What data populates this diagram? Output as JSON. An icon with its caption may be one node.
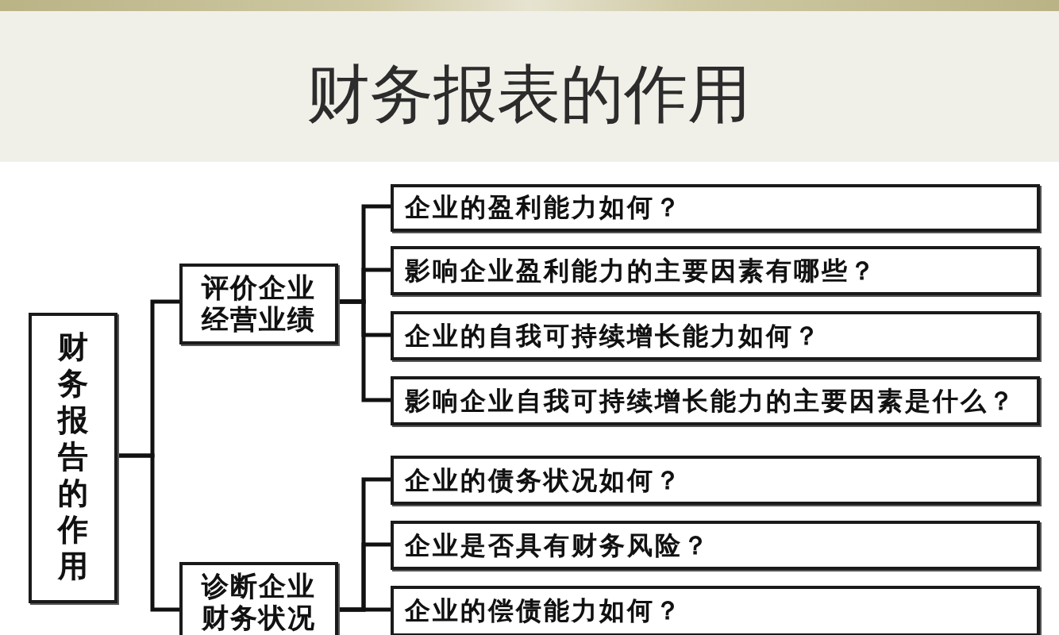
{
  "diagram": {
    "title": "财务报表的作用",
    "nodes": [
      {
        "text": [
          "财务报告的作用"
        ]
      },
      {
        "text": [
          "评价企业经营业绩"
        ]
      },
      {
        "text": [
          "企业的盈利能力如何？"
        ]
      },
      {
        "text": [
          "影响企业盈利能力的主要因素有哪些？"
        ]
      },
      {
        "text": [
          "企业的自我可持续增长能力如何？"
        ]
      },
      {
        "text": [
          "影响企业自我可持续增长能力的主要因素是什么？"
        ]
      },
      {
        "text": [
          "诊断企业财务状况"
        ]
      },
      {
        "text": [
          "企业的债务状况如何？"
        ]
      },
      {
        "text": [
          "企业是否具有财务风险？"
        ]
      },
      {
        "text": [
          "企业的偿债能力如何？"
        ]
      }
    ],
    "edges": [
      {
        "from": 0,
        "to": 1,
        "arrow": "none"
      },
      {
        "from": 0,
        "to": 6,
        "arrow": "none"
      },
      {
        "from": 1,
        "to": 2,
        "arrow": "none"
      },
      {
        "from": 1,
        "to": 3,
        "arrow": "none"
      },
      {
        "from": 1,
        "to": 4,
        "arrow": "none"
      },
      {
        "from": 1,
        "to": 5,
        "arrow": "none"
      },
      {
        "from": 6,
        "to": 7,
        "arrow": "none"
      },
      {
        "from": 6,
        "to": 8,
        "arrow": "none"
      },
      {
        "from": 6,
        "to": 9,
        "arrow": "none"
      }
    ]
  }
}
